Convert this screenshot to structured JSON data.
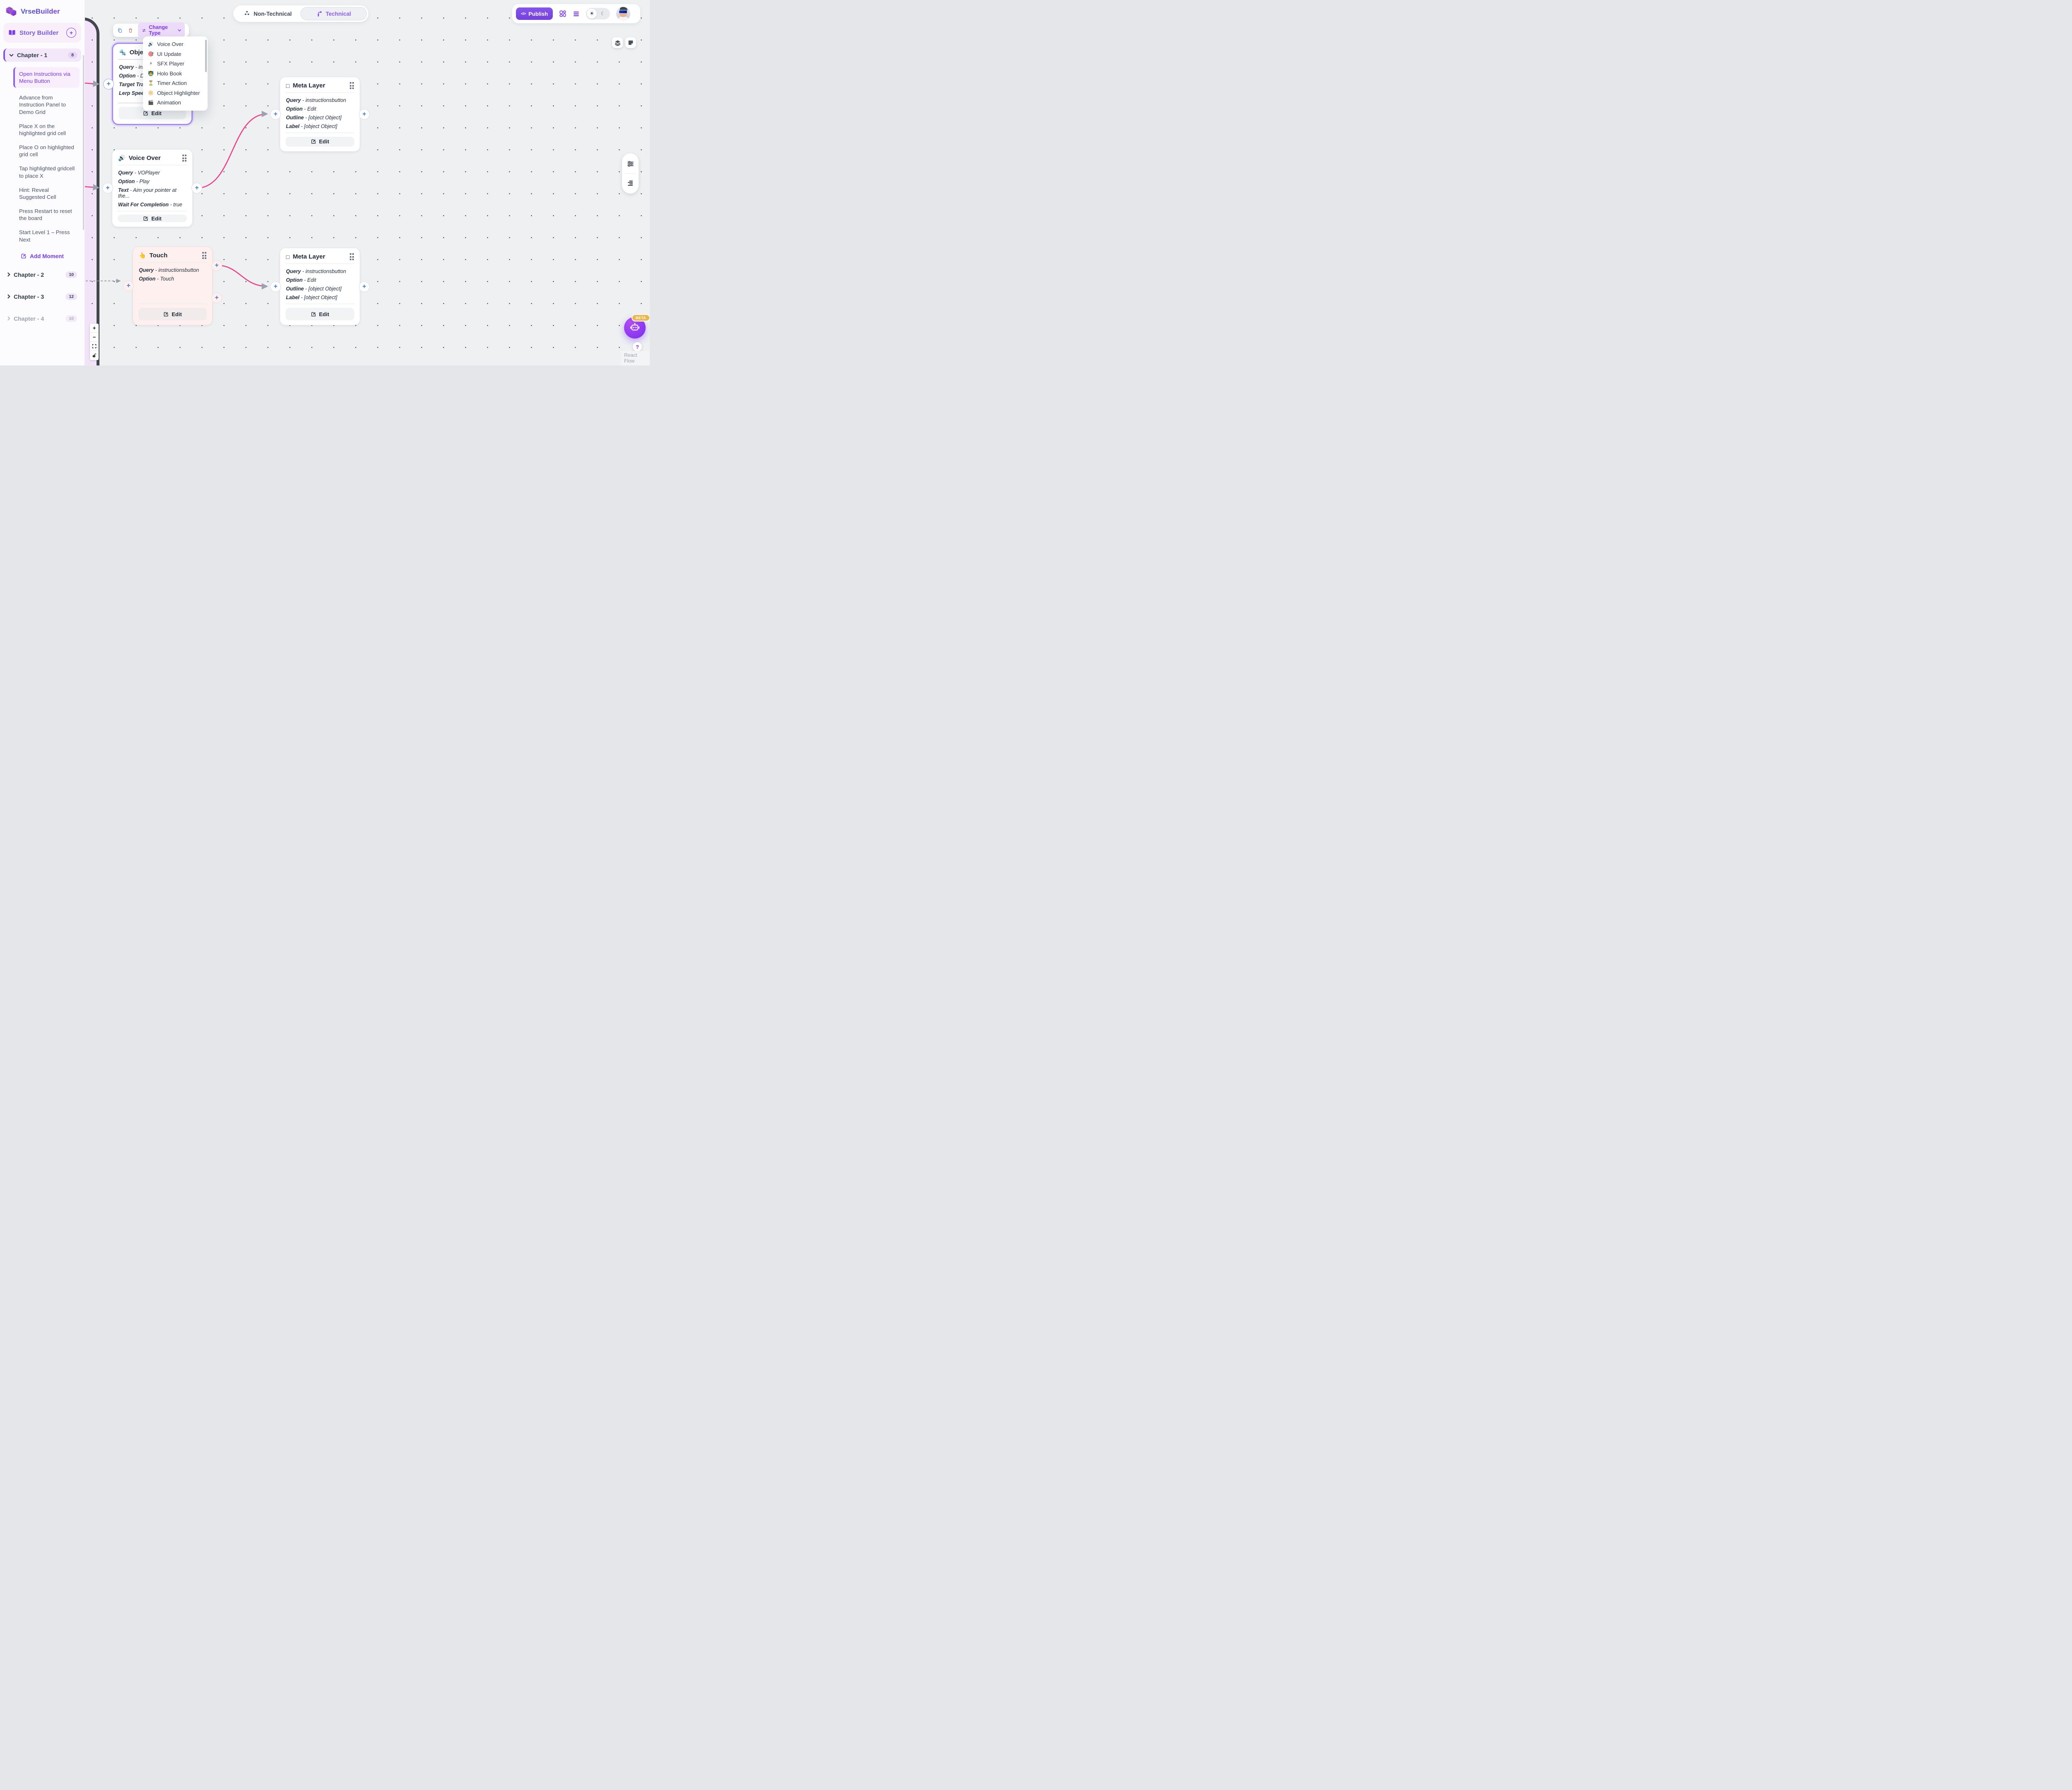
{
  "app": {
    "name": "VrseBuilder"
  },
  "ui": {
    "plus": "+",
    "minus": "−"
  },
  "sidebar": {
    "section_title": "Story Builder",
    "add_symbol": "+",
    "chapter1": {
      "label": "Chapter - 1",
      "count": "8"
    },
    "moments": [
      {
        "label": "Open Instructions via Menu Button",
        "active": true
      },
      {
        "label": "Advance from Instruction Panel to Demo Grid"
      },
      {
        "label": "Place X on the highlighted grid cell"
      },
      {
        "label": "Place O on highlighted grid cell"
      },
      {
        "label": "Tap highlighted gridcell to place X"
      },
      {
        "label": "Hint: Reveal Suggested Cell"
      },
      {
        "label": "Press Restart to reset the board"
      },
      {
        "label": "Start Level 1 – Press Next"
      }
    ],
    "add_moment": "Add Moment",
    "chapters": [
      {
        "label": "Chapter - 2",
        "count": "10"
      },
      {
        "label": "Chapter - 3",
        "count": "12"
      },
      {
        "label": "Chapter - 4",
        "count": "10",
        "dim": true
      }
    ]
  },
  "topbar": {
    "tabs": [
      {
        "label": "Non-Technical"
      },
      {
        "label": "Technical",
        "active": true
      }
    ],
    "publish": "Publish",
    "publish_icon": "</>"
  },
  "node_toolbar": {
    "change_type": "Change Type"
  },
  "dropdown": {
    "items": [
      {
        "emoji": "🔊",
        "label": "Voice Over"
      },
      {
        "emoji": "🎯",
        "label": "UI Update"
      },
      {
        "emoji": "⚡",
        "label": "SFX Player"
      },
      {
        "emoji": "👨‍🏫",
        "label": "Holo Book"
      },
      {
        "emoji": "⏳",
        "label": "Timer Action"
      },
      {
        "emoji": "🔆",
        "label": "Object Highlighter"
      },
      {
        "emoji": "🎬",
        "label": "Animation"
      }
    ]
  },
  "nodes": {
    "object": {
      "icon": "🔩",
      "title": "Object",
      "edit": "Edit",
      "fields": [
        {
          "b": "Query",
          "v": "instr"
        },
        {
          "b": "Option",
          "v": "Des"
        },
        {
          "b": "Target Trans",
          "v": ""
        },
        {
          "b": "Lerp Speed",
          "v": ""
        }
      ]
    },
    "voice_over": {
      "icon": "🔊",
      "title": "Voice Over",
      "edit": "Edit",
      "fields": [
        {
          "b": "Query",
          "v": "VOPlayer"
        },
        {
          "b": "Option",
          "v": "Play"
        },
        {
          "b": "Text",
          "v": "Aim your pointer at the..."
        },
        {
          "b": "Wait For Completion",
          "v": "true"
        }
      ]
    },
    "meta1": {
      "icon": "□",
      "title": "Meta Layer",
      "edit": "Edit",
      "fields": [
        {
          "b": "Query",
          "v": "instructionsbutton"
        },
        {
          "b": "Option",
          "v": "Edit"
        },
        {
          "b": "Outline",
          "v": "[object Object]"
        },
        {
          "b": "Label",
          "v": "[object Object]"
        }
      ]
    },
    "touch": {
      "icon": "👆",
      "title": "Touch",
      "edit": "Edit",
      "fields": [
        {
          "b": "Query",
          "v": "instructionsbutton"
        },
        {
          "b": "Option",
          "v": "Touch"
        }
      ]
    },
    "meta2": {
      "icon": "□",
      "title": "Meta Layer",
      "edit": "Edit",
      "fields": [
        {
          "b": "Query",
          "v": "instructionsbutton"
        },
        {
          "b": "Option",
          "v": "Edit"
        },
        {
          "b": "Outline",
          "v": "[object Object]"
        },
        {
          "b": "Label",
          "v": "[object Object]"
        }
      ]
    }
  },
  "canvas": {
    "zoom_in": "+",
    "zoom_out": "−",
    "fab_badge": "BETA",
    "help": "?",
    "attribution": "React Flow"
  },
  "colors": {
    "accent_purple": "#7c3aed",
    "edge_pink": "#ee3f88",
    "handle_blue": "#3b7ede",
    "group_fill": "#f2e3f8",
    "group_border": "#42464d",
    "beta_gold": "#e9b84e",
    "touch_node_bg": "#fdf0ee",
    "canvas_bg": "#eef0f2"
  }
}
